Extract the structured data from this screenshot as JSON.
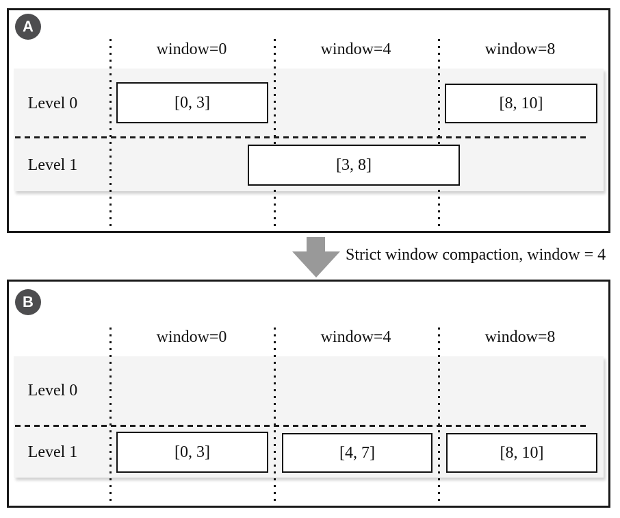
{
  "figure": {
    "panels": [
      {
        "badge": "A",
        "col_headers": [
          "window=0",
          "window=4",
          "window=8"
        ],
        "row_labels": [
          "Level 0",
          "Level 1"
        ],
        "boxes": [
          {
            "label": "[0, 3]",
            "level": "Level 0",
            "window_span": "window=0"
          },
          {
            "label": "[8, 10]",
            "level": "Level 0",
            "window_span": "window=8"
          },
          {
            "label": "[3, 8]",
            "level": "Level 1",
            "window_span": "window=4 to window=8"
          }
        ]
      },
      {
        "badge": "B",
        "col_headers": [
          "window=0",
          "window=4",
          "window=8"
        ],
        "row_labels": [
          "Level 0",
          "Level 1"
        ],
        "boxes": [
          {
            "label": "[0, 3]",
            "level": "Level 1",
            "window_span": "window=0"
          },
          {
            "label": "[4, 7]",
            "level": "Level 1",
            "window_span": "window=4"
          },
          {
            "label": "[8, 10]",
            "level": "Level 1",
            "window_span": "window=8"
          }
        ]
      }
    ],
    "transition_label": "Strict window compaction, window = 4",
    "colors": {
      "panel_border": "#191919",
      "badge_bg": "#4d4d4f",
      "band_bg": "#f4f4f4",
      "arrow": "#999999",
      "line": "#141414"
    }
  }
}
